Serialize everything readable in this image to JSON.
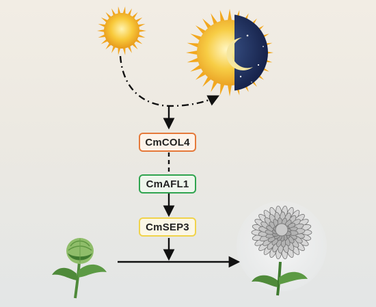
{
  "nodes": [
    {
      "id": "col4",
      "label": "CmCOL4",
      "border_color": "#e5793a",
      "fill": "#fdf3ea"
    },
    {
      "id": "afl1",
      "label": "CmAFL1",
      "border_color": "#2fa44f",
      "fill": "#eef6ec"
    },
    {
      "id": "sep3",
      "label": "CmSEP3",
      "border_color": "#f0d34a",
      "fill": "#fbf7e6"
    }
  ],
  "edges": [
    {
      "from": "photoperiod",
      "to": "long-day-short-day",
      "style": "dash-dot"
    },
    {
      "from": "photoperiod",
      "to": "col4",
      "style": "solid"
    },
    {
      "from": "col4",
      "to": "afl1",
      "style": "dashed"
    },
    {
      "from": "afl1",
      "to": "sep3",
      "style": "solid"
    },
    {
      "from": "sep3",
      "to": "flowering-arrow",
      "style": "solid"
    },
    {
      "from": "flower-bud",
      "to": "bloomed-flower",
      "style": "solid"
    }
  ],
  "icons": {
    "sun": "sun-icon",
    "day_night": "sun-moon-icon",
    "bud": "flower-bud-icon",
    "bloom": "chrysanthemum-bloom-icon"
  },
  "colors": {
    "sun": "#f5b82a",
    "night": "#1d2c55",
    "leaf": "#4f8a3a",
    "petal": "#9a9a9a"
  }
}
